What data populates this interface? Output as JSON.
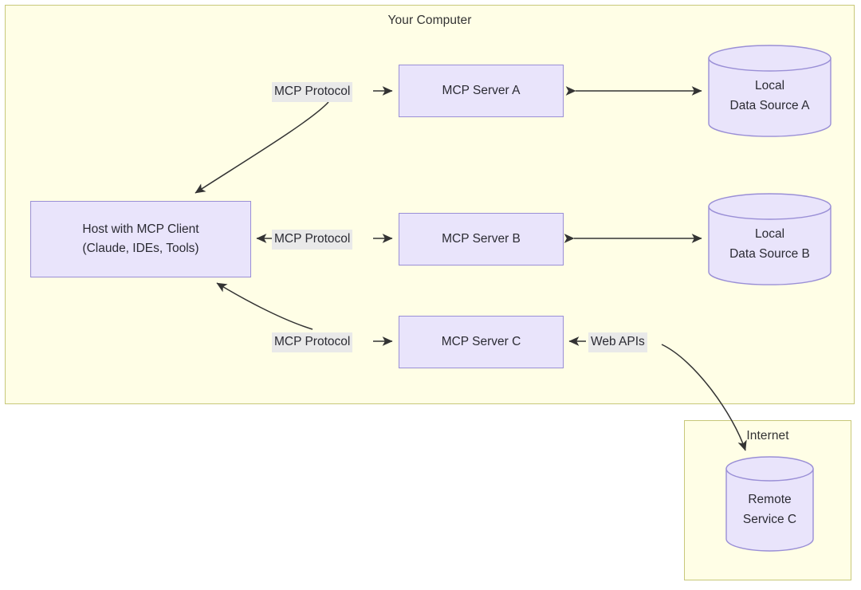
{
  "diagram": {
    "type": "architecture-flow",
    "groups": [
      {
        "id": "your-computer",
        "title": "Your Computer"
      },
      {
        "id": "internet",
        "title": "Internet"
      }
    ],
    "nodes": {
      "host": {
        "line1": "Host with MCP Client",
        "line2": "(Claude, IDEs, Tools)"
      },
      "server_a": {
        "label": "MCP Server A"
      },
      "server_b": {
        "label": "MCP Server B"
      },
      "server_c": {
        "label": "MCP Server C"
      },
      "datasource_a": {
        "line1": "Local",
        "line2": "Data Source A"
      },
      "datasource_b": {
        "line1": "Local",
        "line2": "Data Source B"
      },
      "remote_c": {
        "line1": "Remote",
        "line2": "Service C"
      }
    },
    "edge_labels": {
      "protocol_a": "MCP Protocol",
      "protocol_b": "MCP Protocol",
      "protocol_c": "MCP Protocol",
      "web_apis": "Web APIs"
    },
    "colors": {
      "group_fill": "#fffee6",
      "group_border": "#c8c87a",
      "node_fill": "#e9e4fb",
      "node_border": "#9a8fd6",
      "edge_label_fill": "#e9e9e9",
      "arrow": "#333333",
      "text": "#2b2b33"
    }
  }
}
